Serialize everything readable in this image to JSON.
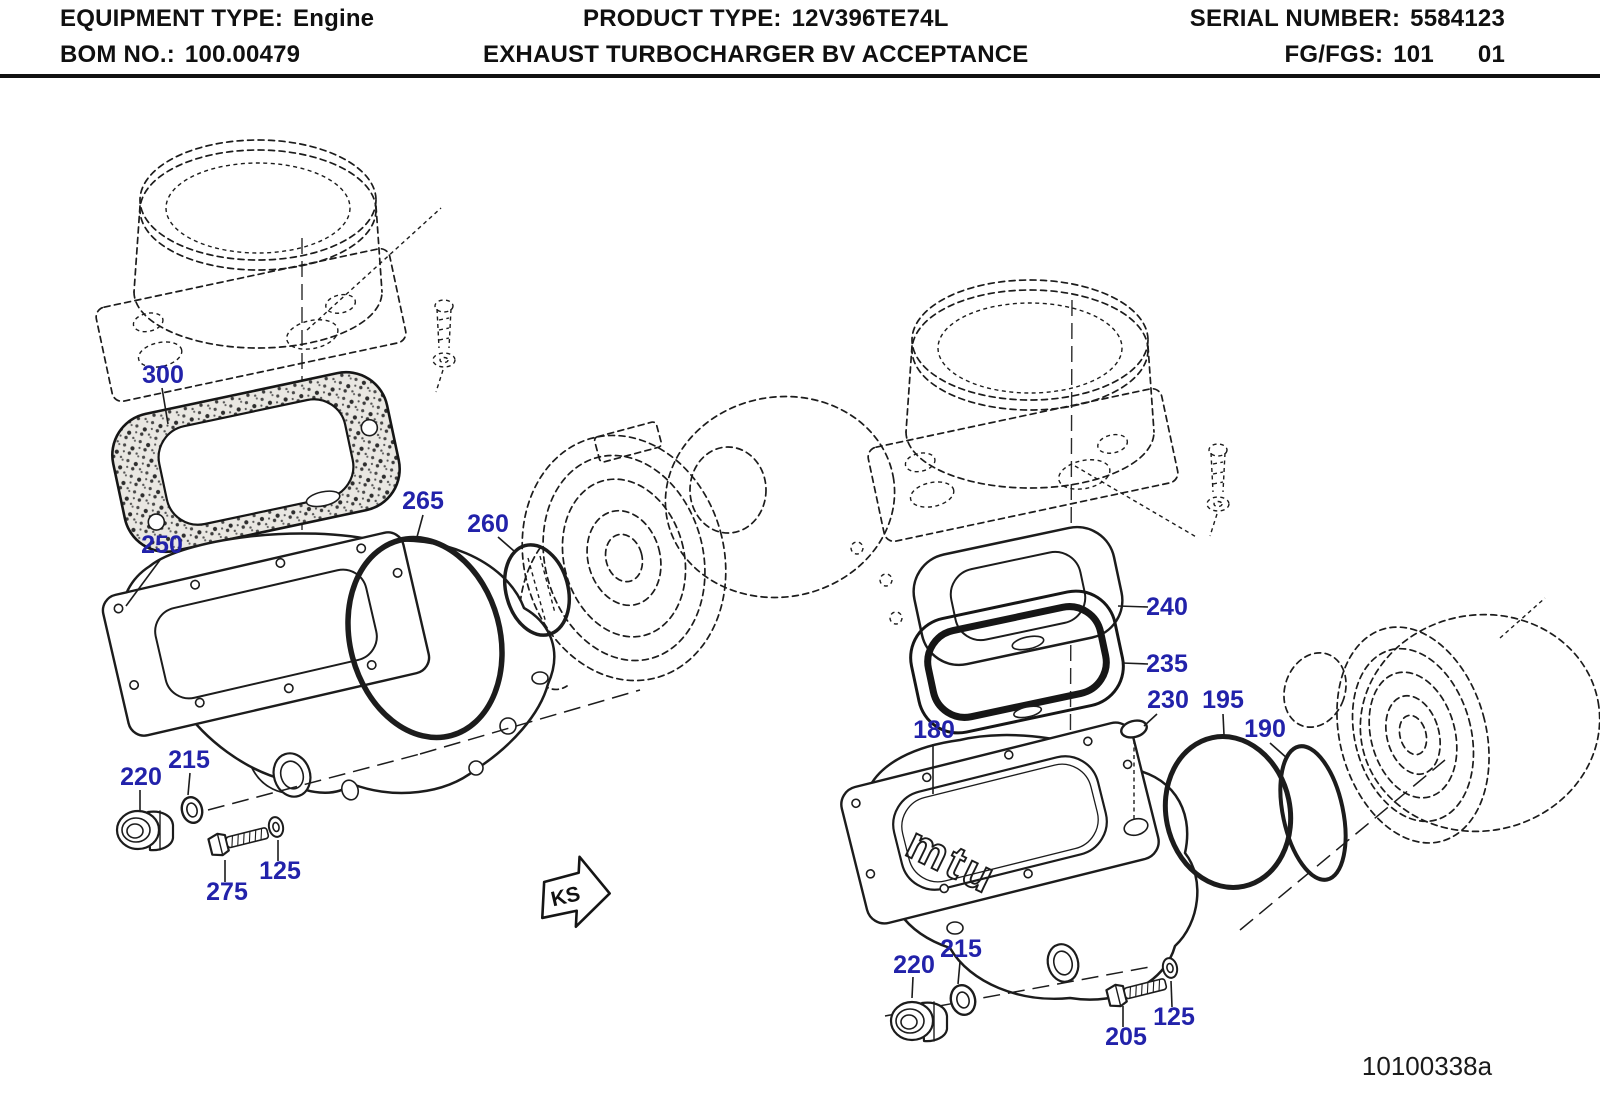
{
  "header": {
    "equipment_type": {
      "label": "EQUIPMENT TYPE:",
      "value": "Engine"
    },
    "product_type": {
      "label": "PRODUCT TYPE:",
      "value": "12V396TE74L"
    },
    "serial_number": {
      "label": "SERIAL NUMBER:",
      "value": "5584123"
    },
    "bom_no": {
      "label": "BOM NO.:",
      "value": "100.00479"
    },
    "title": "EXHAUST TURBOCHARGER BV ACCEPTANCE",
    "fg_fgs": {
      "label": "FG/FGS:",
      "value": "101",
      "value2": "01"
    }
  },
  "diagram": {
    "callout_color": "#2222aa",
    "callouts": {
      "c300": "300",
      "c250": "250",
      "c265": "265",
      "c260": "260",
      "c220_left": "220",
      "c215_left": "215",
      "c275": "275",
      "c125_left": "125",
      "c240": "240",
      "c235": "235",
      "c230": "230",
      "c195": "195",
      "c190": "190",
      "c180": "180",
      "c220_right": "220",
      "c215_right": "215",
      "c205": "205",
      "c125_right": "125"
    },
    "ks_marker": "KS",
    "brand_logo": "mtu",
    "drawing_number": "10100338a"
  }
}
